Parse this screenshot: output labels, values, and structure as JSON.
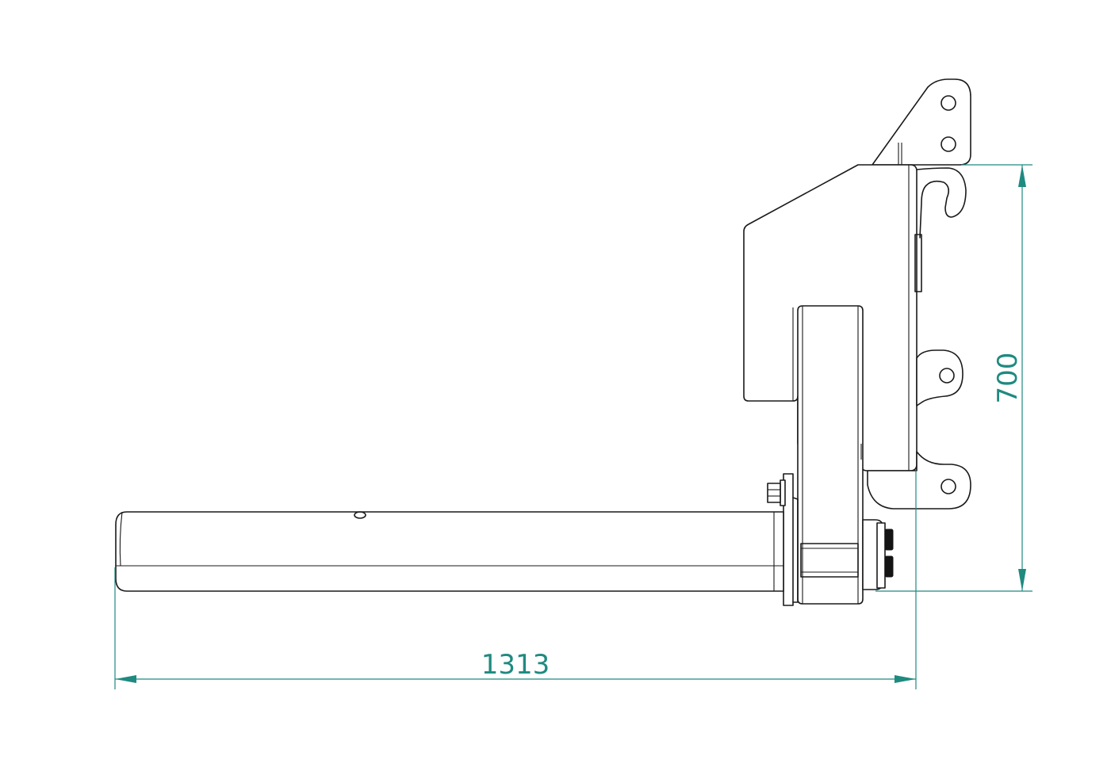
{
  "colors": {
    "dimension": "#1f8a80",
    "outline": "#1a1a1a",
    "background": "#ffffff",
    "nut": "#141414"
  },
  "dimensions": {
    "width": {
      "value": "1313",
      "orientation": "horizontal"
    },
    "height": {
      "value": "700",
      "orientation": "vertical"
    }
  }
}
